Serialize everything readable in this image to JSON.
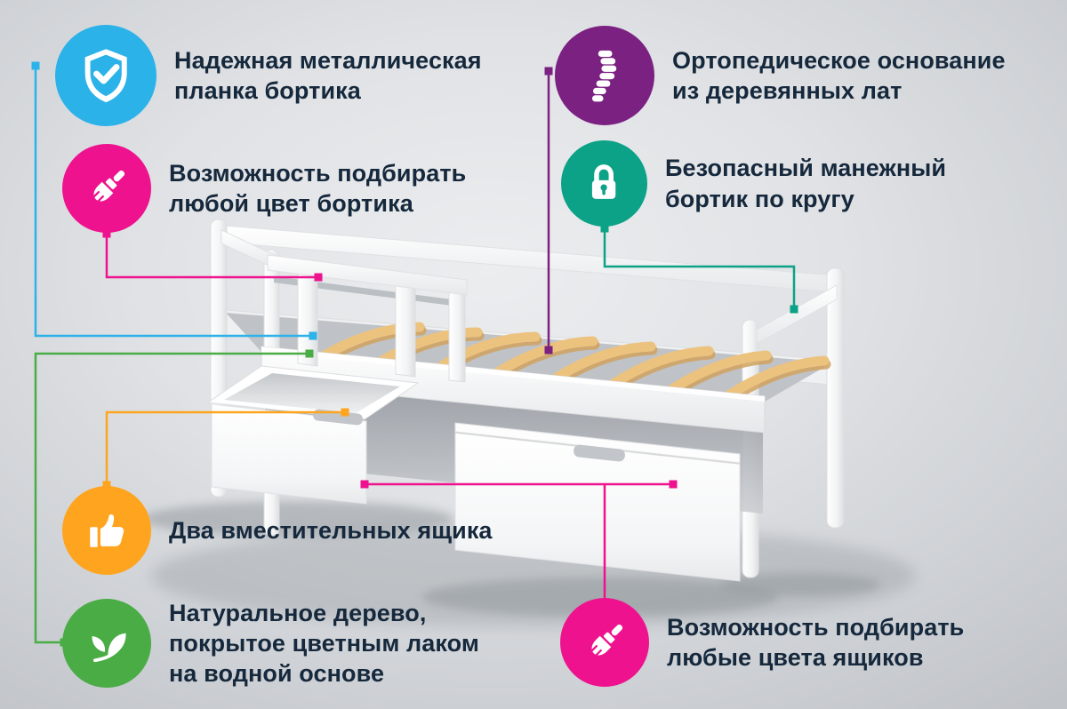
{
  "text_color": "#15283c",
  "background": {
    "center": "#ecedef",
    "edge": "#c0c3c8"
  },
  "bed": {
    "frame_color": "#ffffff",
    "slat_color": "#ecc27f",
    "slat_shadow": "#d0a360",
    "handle_color": "#c2c5c9",
    "shadow_color": "#9aa0a6"
  },
  "features": [
    {
      "name": "metal-plank",
      "icon": "shield-check",
      "color": "#2bb2e9",
      "lines": [
        "Надежная металлическая",
        "планка бортика"
      ]
    },
    {
      "name": "rail-color",
      "icon": "paintbrush",
      "color": "#ee128e",
      "lines": [
        "Возможность подбирать",
        "любой цвет бортика"
      ]
    },
    {
      "name": "orthopedic-base",
      "icon": "spine",
      "color": "#7b2182",
      "lines": [
        "Ортопедическое основание",
        "из деревянных лат"
      ]
    },
    {
      "name": "safety-rail",
      "icon": "padlock",
      "color": "#0ba287",
      "lines": [
        "Безопасный манежный",
        "бортик по кругу"
      ]
    },
    {
      "name": "two-drawers",
      "icon": "thumbs-up",
      "color": "#ffa41f",
      "lines": [
        "Два вместительных ящика"
      ]
    },
    {
      "name": "natural-wood",
      "icon": "leaf",
      "color": "#49ac45",
      "lines": [
        "Натуральное дерево,",
        "покрытое цветным лаком",
        "на водной основе"
      ]
    },
    {
      "name": "drawer-colors",
      "icon": "paintbrush",
      "color": "#ee128e",
      "lines": [
        "Возможность подбирать",
        "любые цвета ящиков"
      ]
    }
  ]
}
